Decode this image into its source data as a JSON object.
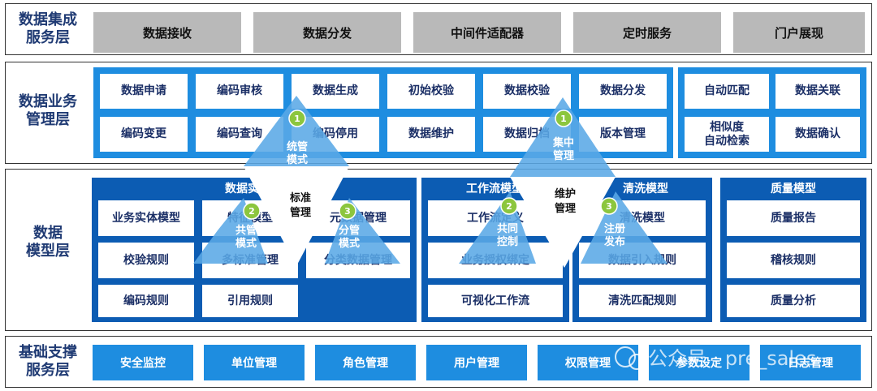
{
  "layers": {
    "integration": {
      "title": "数据集成\n服务层",
      "items": [
        "数据接收",
        "数据分发",
        "中间件适配器",
        "定时服务",
        "门户展现"
      ]
    },
    "business": {
      "title": "数据业务\n管理层",
      "row1": [
        "数据申请",
        "编码审核",
        "数据生成",
        "初始校验",
        "数据校验",
        "数据分发"
      ],
      "row2": [
        "编码变更",
        "编码查询",
        "编码停用",
        "数据维护",
        "数据归档",
        "版本管理"
      ],
      "right": [
        "自动匹配",
        "数据关联",
        "相似度\n自动检索",
        "数据确认"
      ]
    },
    "model": {
      "title": "数据\n模型层",
      "panel_data": {
        "title": "数据实",
        "cells": [
          "业务实体模型",
          "特征模型",
          "元数据管理",
          "校验规则",
          "多标准管理",
          "分类数据管理",
          "编码规则",
          "引用规则"
        ]
      },
      "panel_workflow": {
        "title": "工作流模型",
        "cells": [
          "工作流定义",
          "业务授权绑定",
          "可视化工作流"
        ]
      },
      "panel_cleanse": {
        "title": "清洗模型",
        "cells": [
          "清洗模型",
          "数据引入规则",
          "清洗匹配规则"
        ]
      },
      "panel_quality": {
        "title": "质量模型",
        "cells": [
          "质量报告",
          "稽核规则",
          "质量分析"
        ]
      }
    },
    "support": {
      "title": "基础支撑\n服务层",
      "items": [
        "安全监控",
        "单位管理",
        "角色管理",
        "用户管理",
        "权限管理",
        "参数设定",
        "日志管理"
      ]
    }
  },
  "triangles": {
    "left": {
      "center": "标准\n管理",
      "modes": [
        {
          "num": "1",
          "label": "统管\n模式"
        },
        {
          "num": "2",
          "label": "共管\n模式"
        },
        {
          "num": "3",
          "label": "分管\n模式"
        }
      ]
    },
    "right": {
      "center": "维护\n管理",
      "modes": [
        {
          "num": "1",
          "label": "集中\n管理"
        },
        {
          "num": "2",
          "label": "共同\n控制"
        },
        {
          "num": "3",
          "label": "注册\n发布"
        }
      ]
    }
  },
  "watermark": "公众号 · pre_sales",
  "colors": {
    "accent_blue": "#1e8de0",
    "dark_blue": "#0c5cb3",
    "gray": "#b9b9b9",
    "badge_green": "#8cc63e",
    "triangle_fill": "#5aa9e6"
  }
}
